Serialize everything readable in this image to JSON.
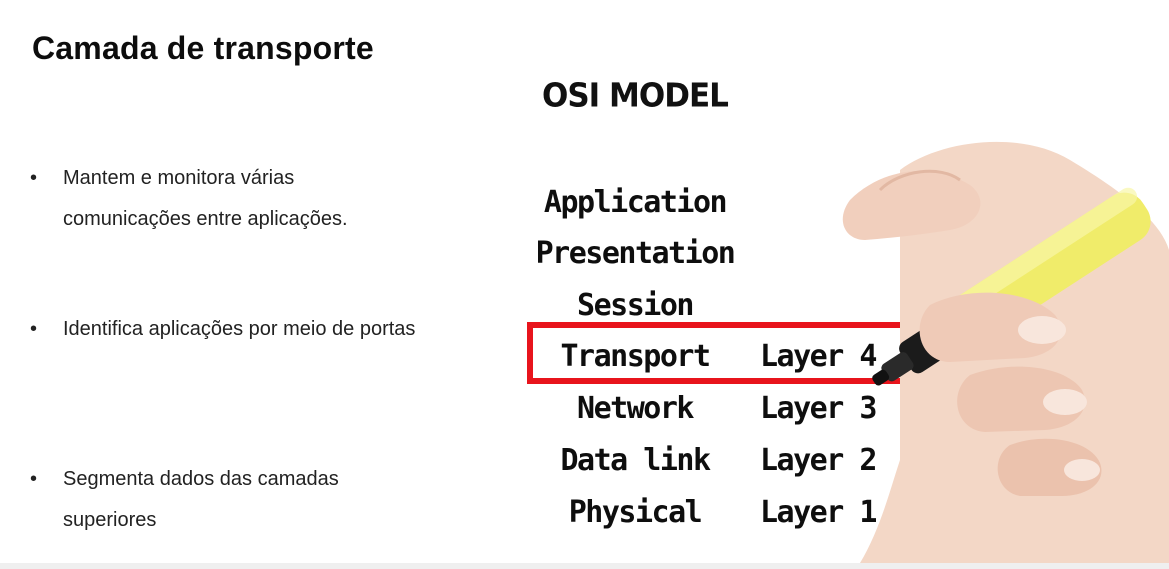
{
  "slide": {
    "title": "Camada de transporte",
    "bullets": [
      "Mantem e monitora várias comunicações entre aplicações.",
      "Identifica aplicações por meio de portas",
      "Segmenta dados das camadas superiores"
    ],
    "bullet_marker": "•"
  },
  "figure": {
    "heading": "OSI MODEL",
    "layers": [
      {
        "name": "Application",
        "number": ""
      },
      {
        "name": "Presentation",
        "number": ""
      },
      {
        "name": "Session",
        "number": ""
      },
      {
        "name": "Transport",
        "number": "Layer 4"
      },
      {
        "name": "Network",
        "number": "Layer 3"
      },
      {
        "name": "Data link",
        "number": "Layer 2"
      },
      {
        "name": "Physical",
        "number": "Layer 1"
      }
    ],
    "highlight_color": "#e8141c",
    "marker_color": "#f0ec6a",
    "hand_image": "hand-holding-marker-icon"
  }
}
